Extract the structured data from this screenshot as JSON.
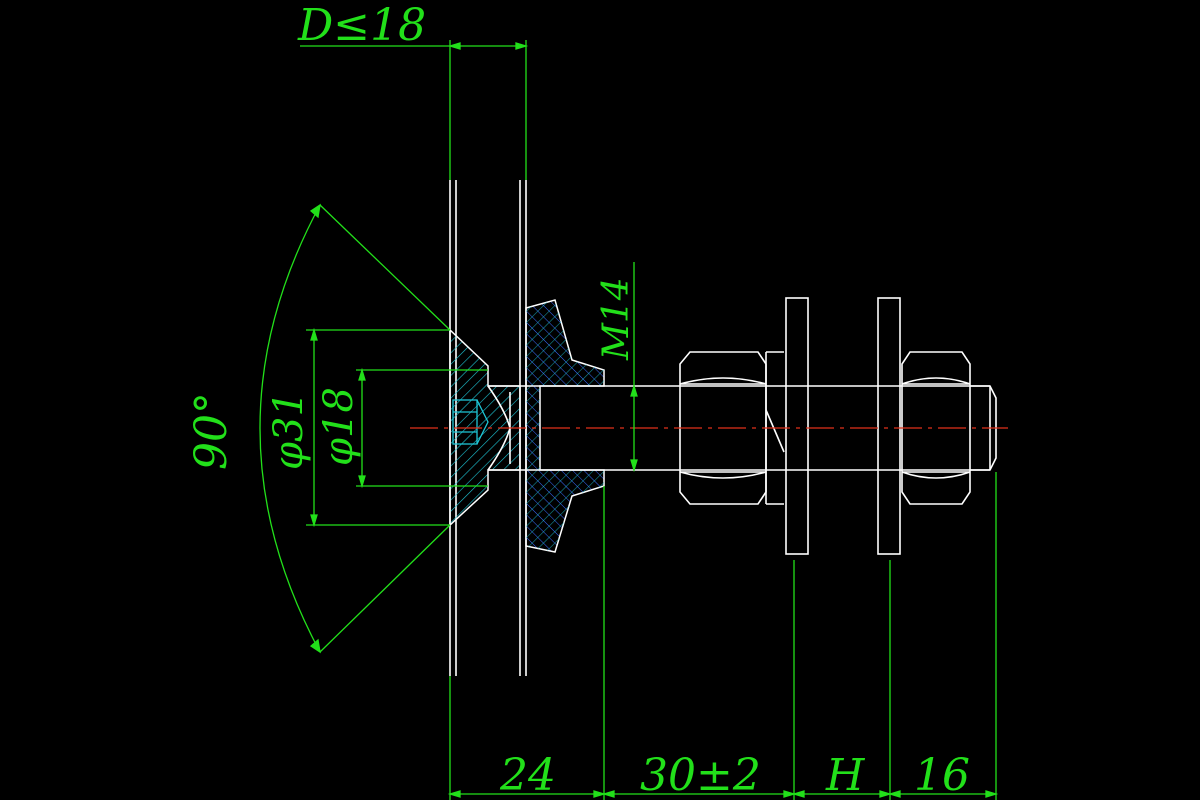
{
  "drawing": {
    "labels": {
      "thickness": "D≤18",
      "angle": "90°",
      "dia_large": "φ31",
      "dia_small": "φ18",
      "thread": "M14",
      "dim_1": "24",
      "dim_2": "30±2",
      "dim_3": "H",
      "dim_4": "16"
    },
    "colors": {
      "background": "#000000",
      "dimension": "#22e01a",
      "geometry": "#ffffff",
      "hatch": "#1ec6d6",
      "hatch_alt": "#3a6cff",
      "centerline": "#e0301a"
    }
  }
}
